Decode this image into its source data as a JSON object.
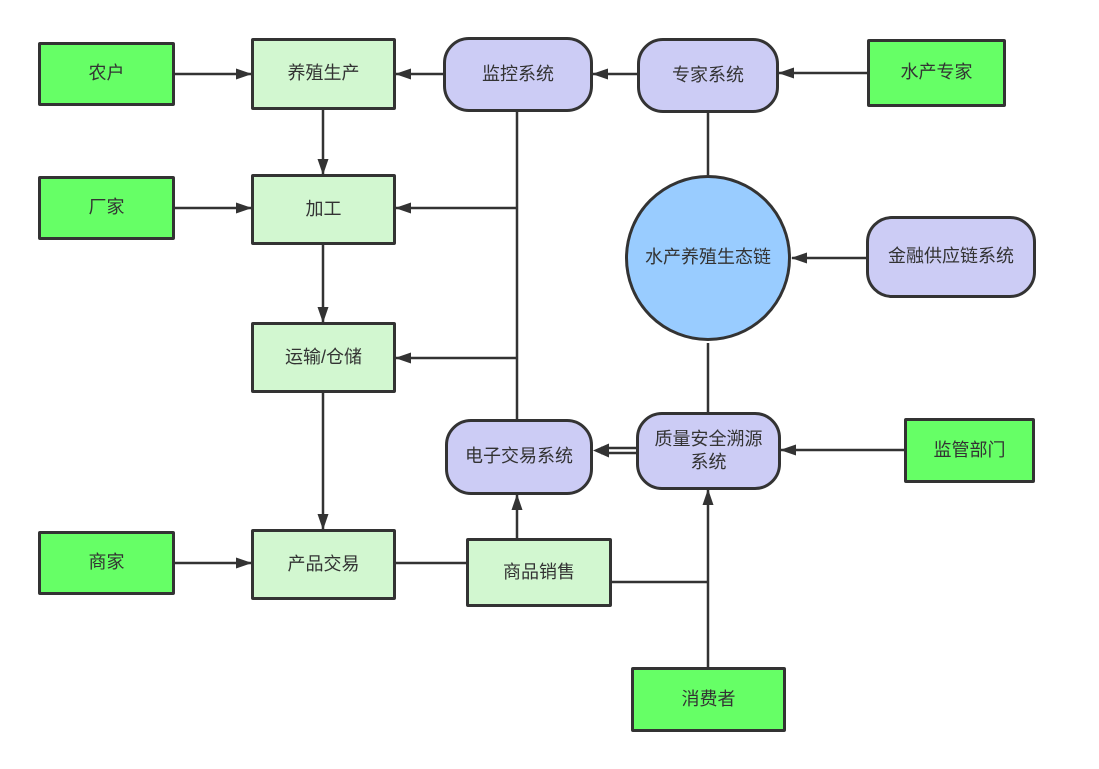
{
  "colors": {
    "bright-green": "#66FF66",
    "pale-green": "#D2F7D0",
    "lavender": "#CCCCF5",
    "sky-blue": "#99CCFF",
    "stroke": "#333333"
  },
  "nodes": {
    "farmer": {
      "label": "农户",
      "shape": "rect-bright"
    },
    "breeding": {
      "label": "养殖生产",
      "shape": "rect-pale"
    },
    "monitoring": {
      "label": "监控系统",
      "shape": "pill"
    },
    "expertSystem": {
      "label": "专家系统",
      "shape": "pill"
    },
    "aquaExpert": {
      "label": "水产专家",
      "shape": "rect-bright"
    },
    "factory": {
      "label": "厂家",
      "shape": "rect-bright"
    },
    "processing": {
      "label": "加工",
      "shape": "rect-pale"
    },
    "ecoChain": {
      "label": "水产养殖生态链",
      "shape": "circle"
    },
    "finance": {
      "label": "金融供应链系统",
      "shape": "pill"
    },
    "transport": {
      "label": "运输/仓储",
      "shape": "rect-pale"
    },
    "eTrading": {
      "label": "电子交易系统",
      "shape": "pill"
    },
    "traceability": {
      "label": "质量安全溯源系统",
      "shape": "pill"
    },
    "regulator": {
      "label": "监管部门",
      "shape": "rect-bright"
    },
    "merchant": {
      "label": "商家",
      "shape": "rect-bright"
    },
    "productTrade": {
      "label": "产品交易",
      "shape": "rect-pale"
    },
    "sales": {
      "label": "商品销售",
      "shape": "rect-pale"
    },
    "consumer": {
      "label": "消费者",
      "shape": "rect-bright"
    }
  },
  "edges": [
    {
      "from": "农户",
      "to": "养殖生产",
      "style": "arrow"
    },
    {
      "from": "监控系统",
      "to": "养殖生产",
      "style": "arrow"
    },
    {
      "from": "专家系统",
      "to": "监控系统",
      "style": "arrow"
    },
    {
      "from": "水产专家",
      "to": "专家系统",
      "style": "arrow"
    },
    {
      "from": "养殖生产",
      "to": "加工",
      "style": "arrow"
    },
    {
      "from": "厂家",
      "to": "加工",
      "style": "arrow"
    },
    {
      "from": "监控系统",
      "to": "加工",
      "style": "arrow"
    },
    {
      "from": "监控系统",
      "to": "运输/仓储",
      "style": "arrow"
    },
    {
      "from": "监控系统",
      "to": "电子交易系统",
      "style": "line"
    },
    {
      "from": "加工",
      "to": "运输/仓储",
      "style": "arrow"
    },
    {
      "from": "运输/仓储",
      "to": "产品交易",
      "style": "arrow"
    },
    {
      "from": "商家",
      "to": "产品交易",
      "style": "arrow"
    },
    {
      "from": "产品交易",
      "to": "商品销售",
      "style": "line"
    },
    {
      "from": "商品销售",
      "to": "电子交易系统",
      "style": "arrow"
    },
    {
      "from": "质量安全溯源系统",
      "to": "电子交易系统",
      "style": "double-arrow"
    },
    {
      "from": "专家系统",
      "to": "水产养殖生态链",
      "style": "line"
    },
    {
      "from": "水产养殖生态链",
      "to": "质量安全溯源系统",
      "style": "line"
    },
    {
      "from": "金融供应链系统",
      "to": "水产养殖生态链",
      "style": "arrow"
    },
    {
      "from": "监管部门",
      "to": "质量安全溯源系统",
      "style": "arrow"
    },
    {
      "from": "消费者",
      "to": "质量安全溯源系统",
      "style": "arrow"
    },
    {
      "from": "商品销售",
      "to": "质量安全溯源系统",
      "style": "line"
    }
  ]
}
